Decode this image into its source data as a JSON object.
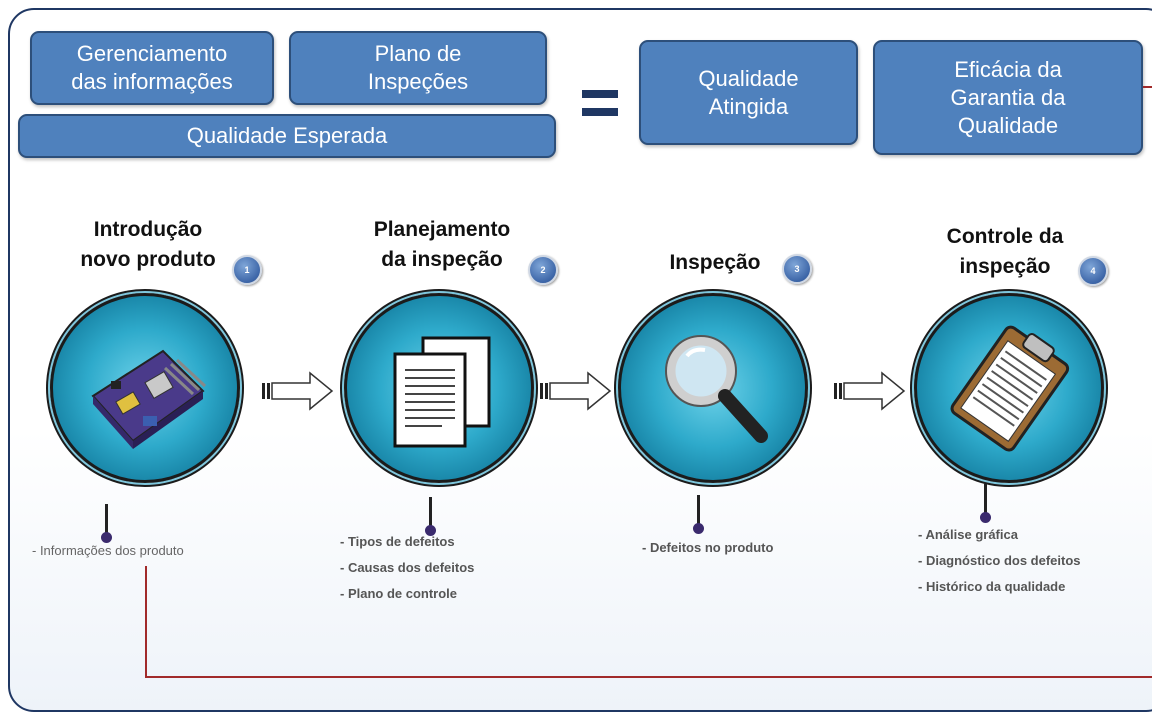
{
  "boxes": {
    "gerenciamento": "Gerenciamento\ndas informações",
    "plano": "Plano de\nInspeções",
    "qualidade_esperada": "Qualidade Esperada",
    "qualidade_atingida": "Qualidade\nAtingida",
    "eficacia": "Eficácia da\nGarantia da\nQualidade"
  },
  "equals_symbol": "=",
  "steps": [
    {
      "title": "Introdução\nnovo produto",
      "badge": "1",
      "icon": "circuit-board-icon",
      "bullets": [
        "- Informações dos produto"
      ]
    },
    {
      "title": "Planejamento\nda inspeção",
      "badge": "2",
      "icon": "documents-icon",
      "bullets": [
        "- Tipos de defeitos",
        "- Causas dos defeitos",
        "- Plano de controle"
      ]
    },
    {
      "title": "Inspeção",
      "badge": "3",
      "icon": "magnifier-icon",
      "bullets": [
        "- Defeitos no produto"
      ]
    },
    {
      "title": "Controle da\ninspeção",
      "badge": "4",
      "icon": "clipboard-icon",
      "bullets": [
        "- Análise gráfica",
        "- Diagnóstico dos defeitos",
        "- Histórico da qualidade"
      ]
    }
  ],
  "colors": {
    "box_fill": "#4f81bd",
    "box_border": "#2d4f7a",
    "frame": "#1f3763",
    "connector": "#a12a2a",
    "circle": "#2eaacb"
  }
}
